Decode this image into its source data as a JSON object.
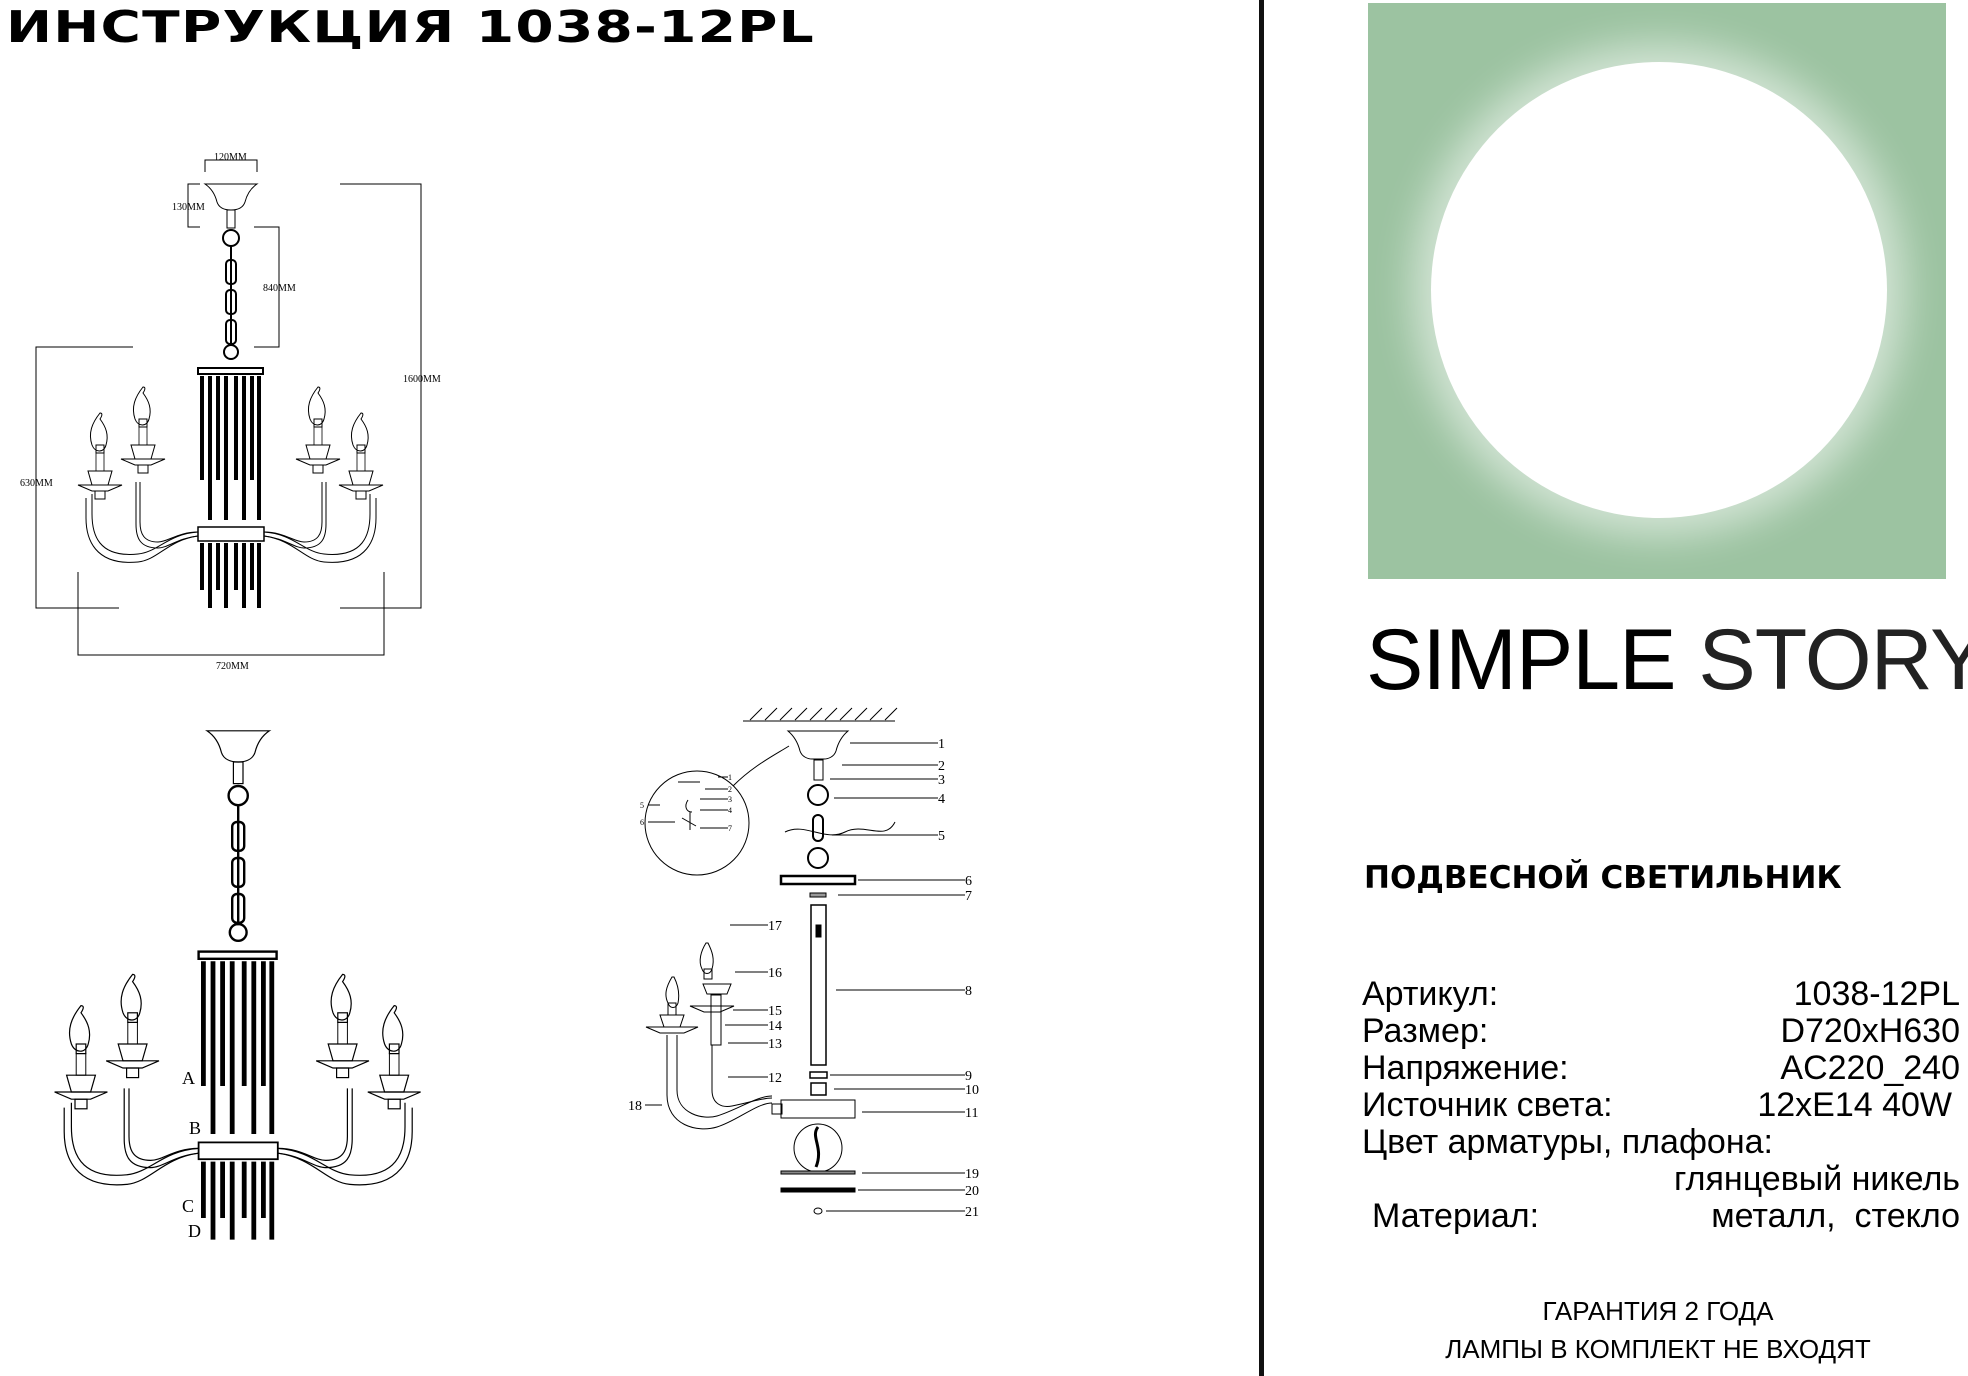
{
  "header": {
    "title": "ИНСТРУКЦИЯ 1038-12PL"
  },
  "brand": {
    "word1": "SIMPLE",
    "word2": "STORY",
    "hero_color": "#9cc3a1"
  },
  "product": {
    "type": "ПОДВЕСНОЙ СВЕТИЛЬНИК"
  },
  "specs": [
    {
      "label": "Артикул:",
      "value": "1038-12PL"
    },
    {
      "label": "Размер:",
      "value": "D720xH630"
    },
    {
      "label": "Напряжение:",
      "value": "AC220_240"
    },
    {
      "label": "Источник света:",
      "value": "12xE14 40W"
    },
    {
      "label": "Цвет арматуры, плафона:",
      "value": "глянцевый никель"
    },
    {
      "label": "Материал:",
      "value": "металл,  стекло"
    }
  ],
  "footer": {
    "warranty": "ГАРАНТИЯ 2 ГОДА",
    "lamps": "ЛАМПЫ В КОМПЛЕКТ НЕ ВХОДЯТ"
  },
  "dimensions": {
    "canopy_width": "120MM",
    "canopy_height": "130MM",
    "chain": "840MM",
    "total_height": "1600MM",
    "body_height": "630MM",
    "diameter": "720MM"
  },
  "assembly_letters": [
    "A",
    "B",
    "C",
    "D"
  ],
  "parts": [
    "1",
    "2",
    "3",
    "4",
    "5",
    "6",
    "7",
    "8",
    "9",
    "10",
    "11",
    "12",
    "13",
    "14",
    "15",
    "16",
    "17",
    "18",
    "19",
    "20",
    "21"
  ],
  "inset_parts": [
    "1",
    "2",
    "3",
    "4",
    "5",
    "6",
    "7"
  ]
}
